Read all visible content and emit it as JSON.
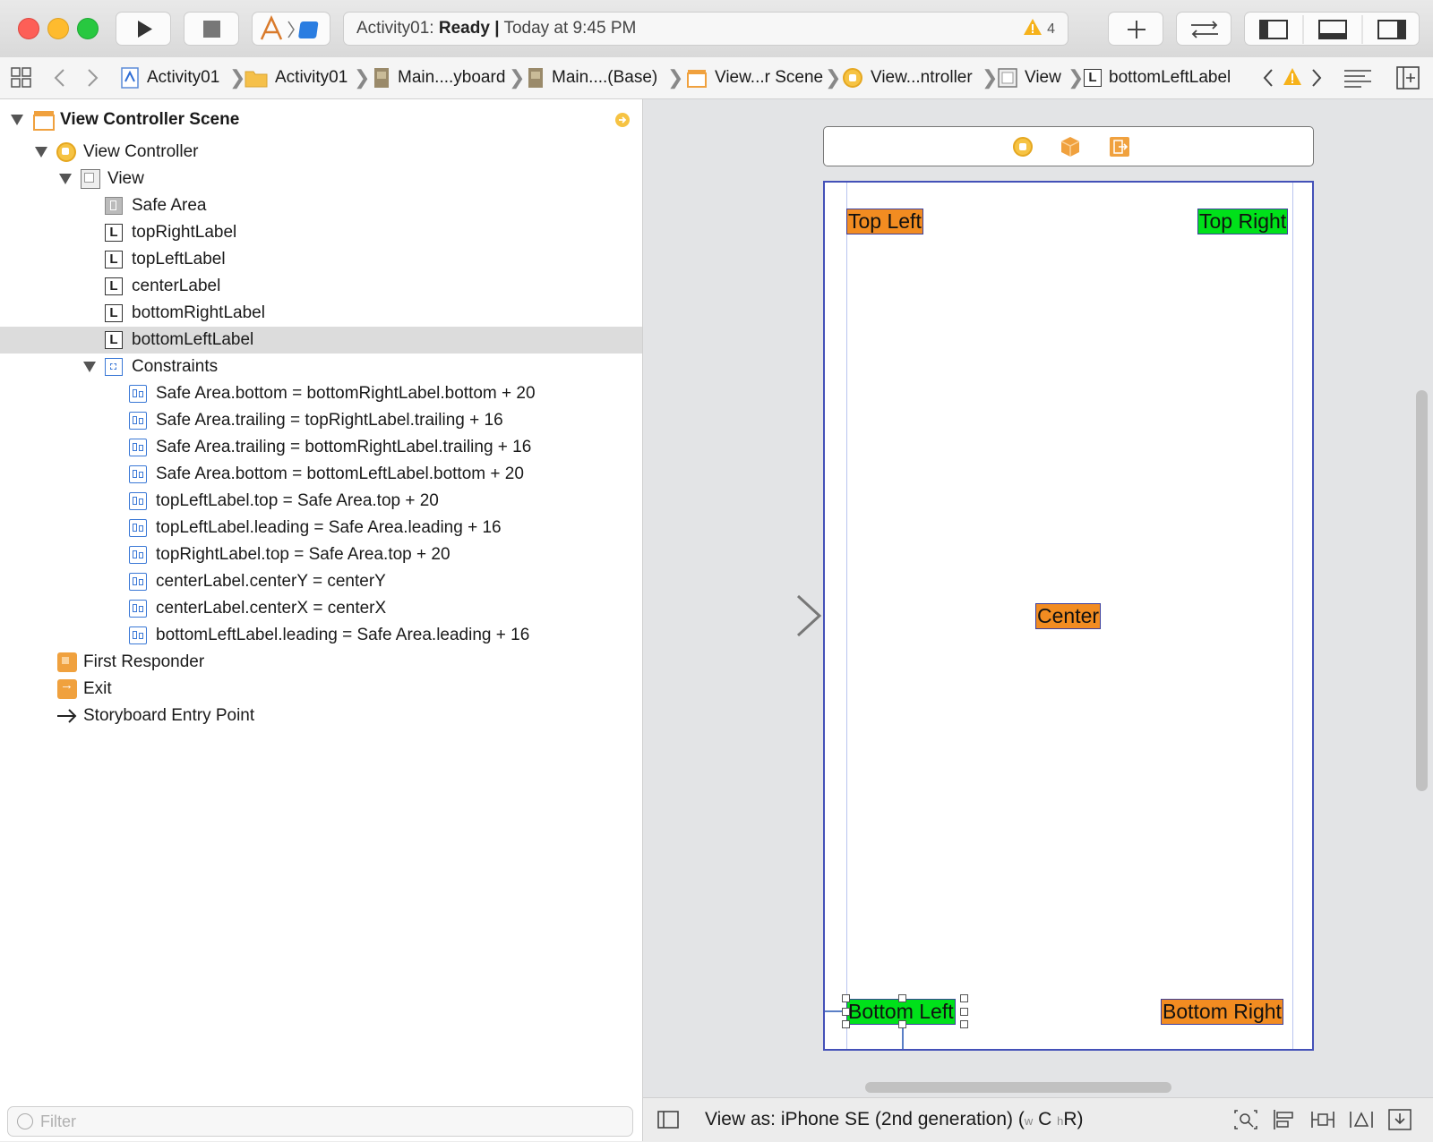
{
  "window": {
    "status_project": "Activity01:",
    "status_state": "Ready",
    "status_separator": "|",
    "status_time": "Today at 9:45 PM",
    "warning_count": "4"
  },
  "jumpbar": {
    "crumbs": [
      "Activity01",
      "Activity01",
      "Main....yboard",
      "Main....(Base)",
      "View...r Scene",
      "View...ntroller",
      "View",
      "bottomLeftLabel"
    ]
  },
  "outline": {
    "scene": "View Controller Scene",
    "view_controller": "View Controller",
    "view": "View",
    "subviews": [
      "Safe Area",
      "topRightLabel",
      "topLeftLabel",
      "centerLabel",
      "bottomRightLabel",
      "bottomLeftLabel"
    ],
    "constraints_label": "Constraints",
    "constraints": [
      "Safe Area.bottom = bottomRightLabel.bottom + 20",
      "Safe Area.trailing = topRightLabel.trailing + 16",
      "Safe Area.trailing = bottomRightLabel.trailing + 16",
      "Safe Area.bottom = bottomLeftLabel.bottom + 20",
      "topLeftLabel.top = Safe Area.top + 20",
      "topLeftLabel.leading = Safe Area.leading + 16",
      "topRightLabel.top = Safe Area.top + 20",
      "centerLabel.centerY = centerY",
      "centerLabel.centerX = centerX",
      "bottomLeftLabel.leading = Safe Area.leading + 16"
    ],
    "first_responder": "First Responder",
    "exit": "Exit",
    "entry_point": "Storyboard Entry Point",
    "filter_placeholder": "Filter"
  },
  "canvas": {
    "labels": {
      "top_left": "Top Left",
      "top_right": "Top Right",
      "center": "Center",
      "bottom_left": "Bottom Left",
      "bottom_right": "Bottom Right"
    },
    "colors": {
      "orange": "#f28c21",
      "green": "#00e11a",
      "device_border": "#4451b8"
    }
  },
  "bottombar": {
    "view_as": "View as: iPhone SE (2nd generation) (",
    "size_w": "w",
    "size_c": "C",
    "size_h": "h",
    "size_r": "R)"
  }
}
